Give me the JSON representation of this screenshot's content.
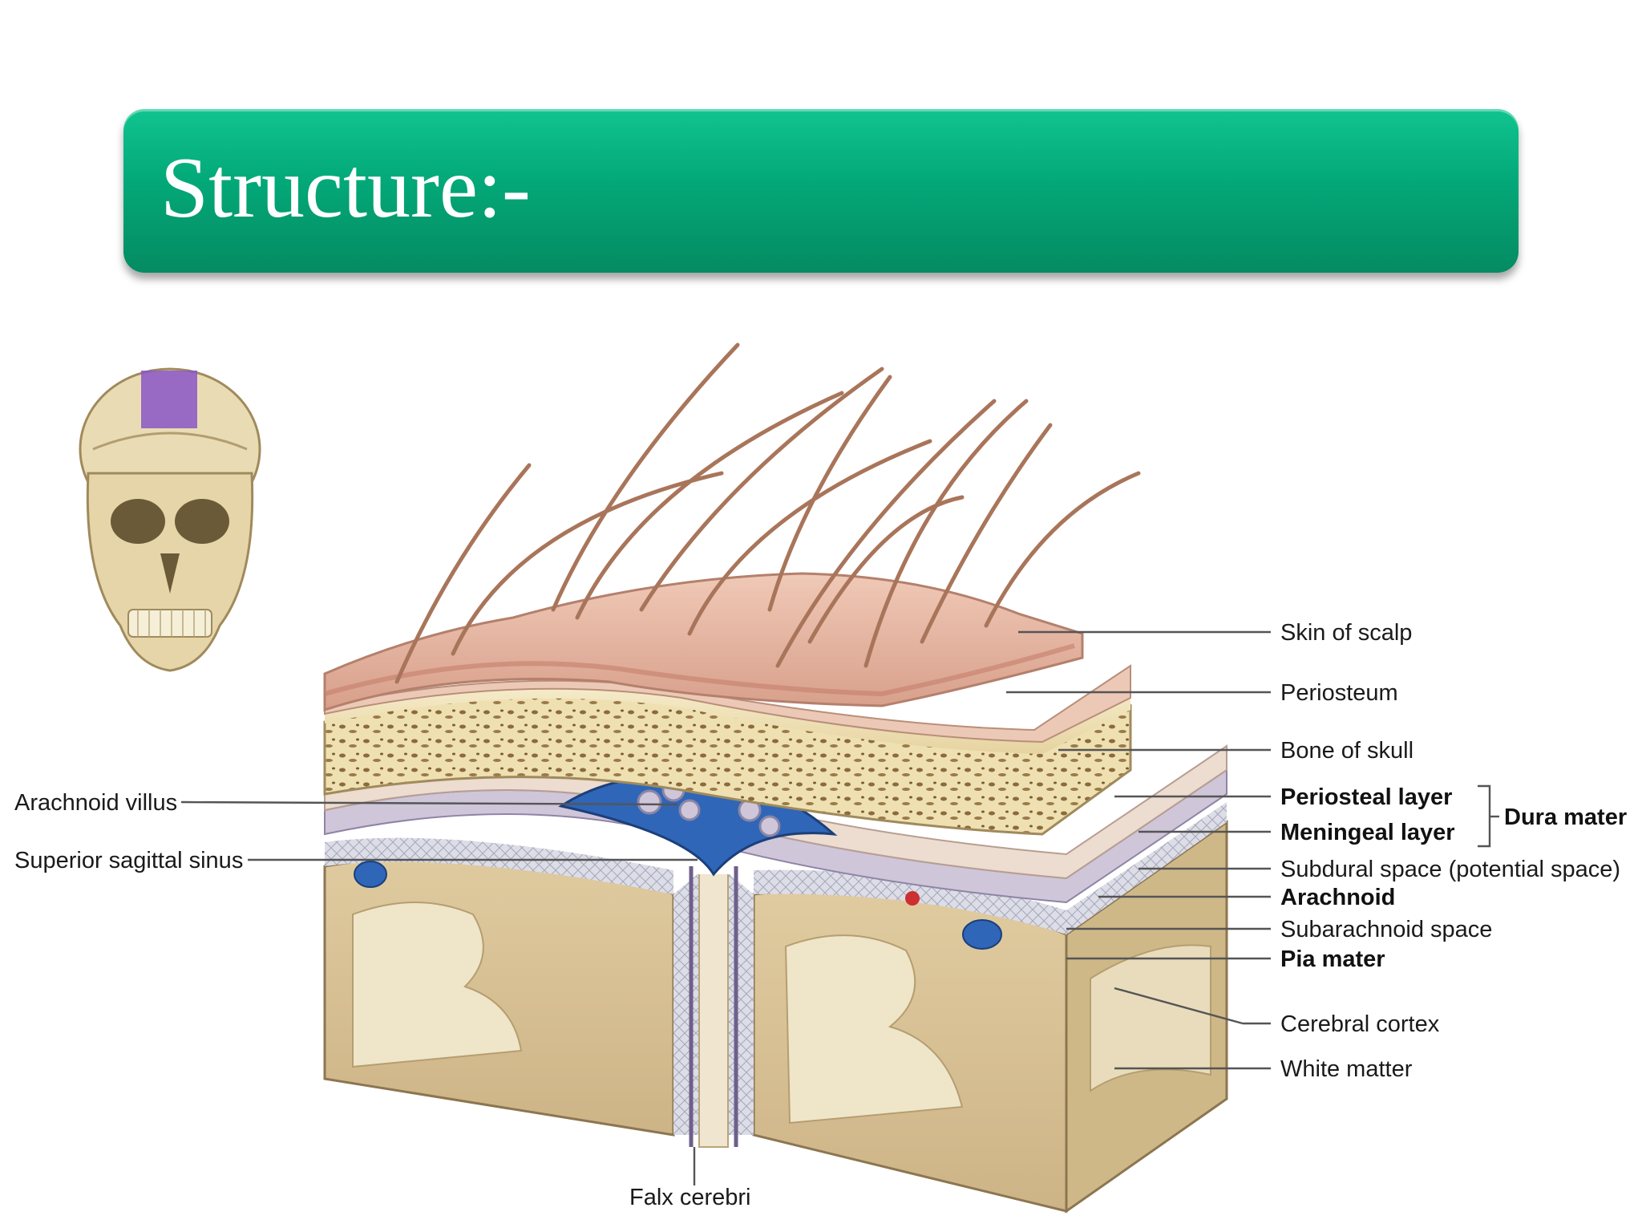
{
  "title": "Structure:-",
  "labels": {
    "skin_of_scalp": "Skin of scalp",
    "periosteum": "Periosteum",
    "bone_of_skull": "Bone of skull",
    "periosteal_layer": "Periosteal layer",
    "meningeal_layer": "Meningeal layer",
    "dura_mater": "Dura mater",
    "subdural_space": "Subdural space (potential space)",
    "arachnoid": "Arachnoid",
    "subarachnoid_space": "Subarachnoid space",
    "pia_mater": "Pia mater",
    "cerebral_cortex": "Cerebral cortex",
    "white_matter": "White matter",
    "arachnoid_villus": "Arachnoid villus",
    "superior_sagittal_sinus": "Superior sagittal sinus",
    "falx_cerebri": "Falx cerebri"
  },
  "colors": {
    "banner": "#03a878",
    "skin": "#e6b39f",
    "bone": "#efe2b8",
    "sinus": "#2f66b8",
    "cortex": "#d9c49a",
    "white_matter": "#efe5c9"
  }
}
